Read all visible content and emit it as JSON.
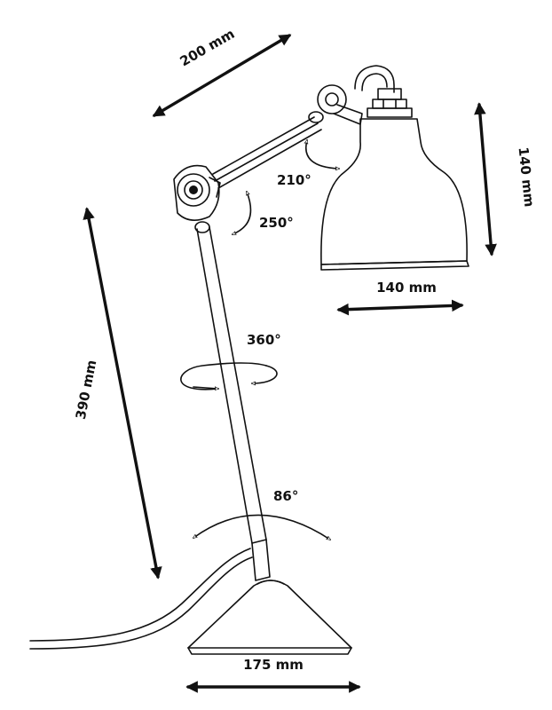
{
  "dimensions": {
    "arm_length": "200 mm",
    "shade_height": "140 mm",
    "shade_width": "140 mm",
    "stem_height": "390 mm",
    "base_width": "175 mm"
  },
  "rotations": {
    "shade_joint": "210°",
    "elbow_joint": "250°",
    "stem_swivel": "360°",
    "base_tilt": "86°"
  }
}
